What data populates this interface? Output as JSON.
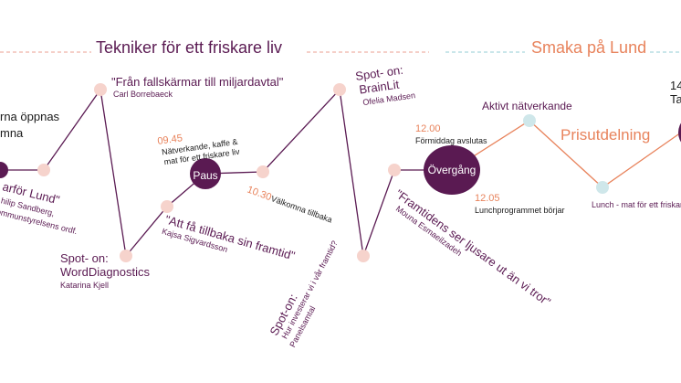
{
  "colors": {
    "purple": "#5a1a52",
    "orange": "#e8835c",
    "dot_pink": "#f6d3cc",
    "dot_blue": "#cfe7ea",
    "dash_pink": "#efb2a6",
    "dash_blue": "#a9d6dd"
  },
  "sections": {
    "left_title": "Tekniker för ett friskare liv",
    "right_title": "Smaka på Lund"
  },
  "left_fragment": {
    "line1": "rna öppnas",
    "line2": "mna"
  },
  "bottom_left_fragment": {
    "title": "arför Lund\"",
    "speaker1": "hilip Sandberg,",
    "speaker2": "Kommunstyrelsens ordf."
  },
  "talk_fallskarmar": {
    "title": "\"Från fallskärmar till miljardavtal\"",
    "speaker": "Carl Borrebaeck"
  },
  "talk_wordd": {
    "line1": "Spot- on:",
    "line2": "WordDiagnostics",
    "speaker": "Katarina Kjell"
  },
  "break_paus": {
    "time": "09.45",
    "line1": "Nätverkande, kaffe &",
    "line2": "mat för ett friskare liv",
    "label": "Paus"
  },
  "talk_tillbaka": {
    "title": "\"Att få tillbaka sin framtid\"",
    "speaker": "Kajsa Sigvardsson"
  },
  "welcome_back": {
    "time": "10.30",
    "label": "Välkomna tillbaka"
  },
  "talk_brainlit": {
    "line1": "Spot- on:",
    "line2": "BrainLit",
    "speaker": "Ofelia Madsen"
  },
  "talk_investerar": {
    "line1": "Spot-on:",
    "line2": "Hur investerar vi i vår framtid?",
    "speaker": "Panelsamtal"
  },
  "talk_framtidens": {
    "title": "\"Framtidens ser ljusare ut än vi tror\"",
    "speaker": "Mouna Esmaeilzadeh"
  },
  "transition": {
    "time_end": "12.00",
    "label_end": "Förmiddag avslutas",
    "label": "Övergång",
    "time_start": "12.05",
    "label_start": "Lunchprogrammet börjar"
  },
  "right_items": {
    "networking": "Aktivt nätverkande",
    "award": "Prisutdelning",
    "lunch": "Lunch - mat för ett friskare",
    "cut_time": "14",
    "cut_label": "Ta"
  }
}
